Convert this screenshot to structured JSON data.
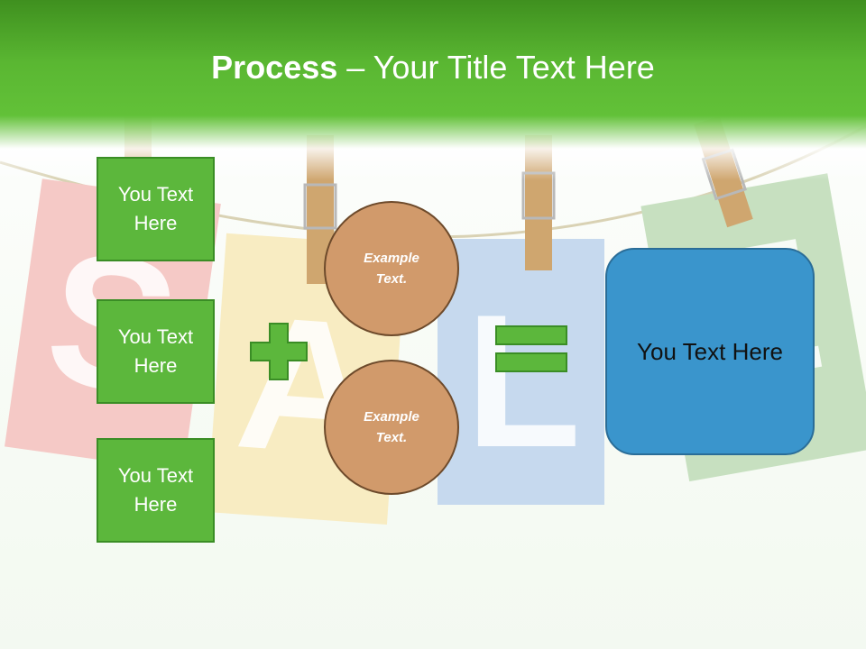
{
  "title": {
    "bold": "Process",
    "rest": " – Your Title Text Here"
  },
  "left_boxes": [
    {
      "label": "You Text Here"
    },
    {
      "label": "You Text Here"
    },
    {
      "label": "You Text Here"
    }
  ],
  "circles": [
    {
      "label": "Example Text."
    },
    {
      "label": "Example Text."
    }
  ],
  "result": {
    "label": "You Text Here"
  },
  "colors": {
    "header_green": "#5ab732",
    "box_green": "#5cb73c",
    "circle_tan": "#d19a6b",
    "result_blue": "#3a95cc"
  },
  "icons": {
    "plus": "plus-icon",
    "equals": "equals-icon"
  }
}
